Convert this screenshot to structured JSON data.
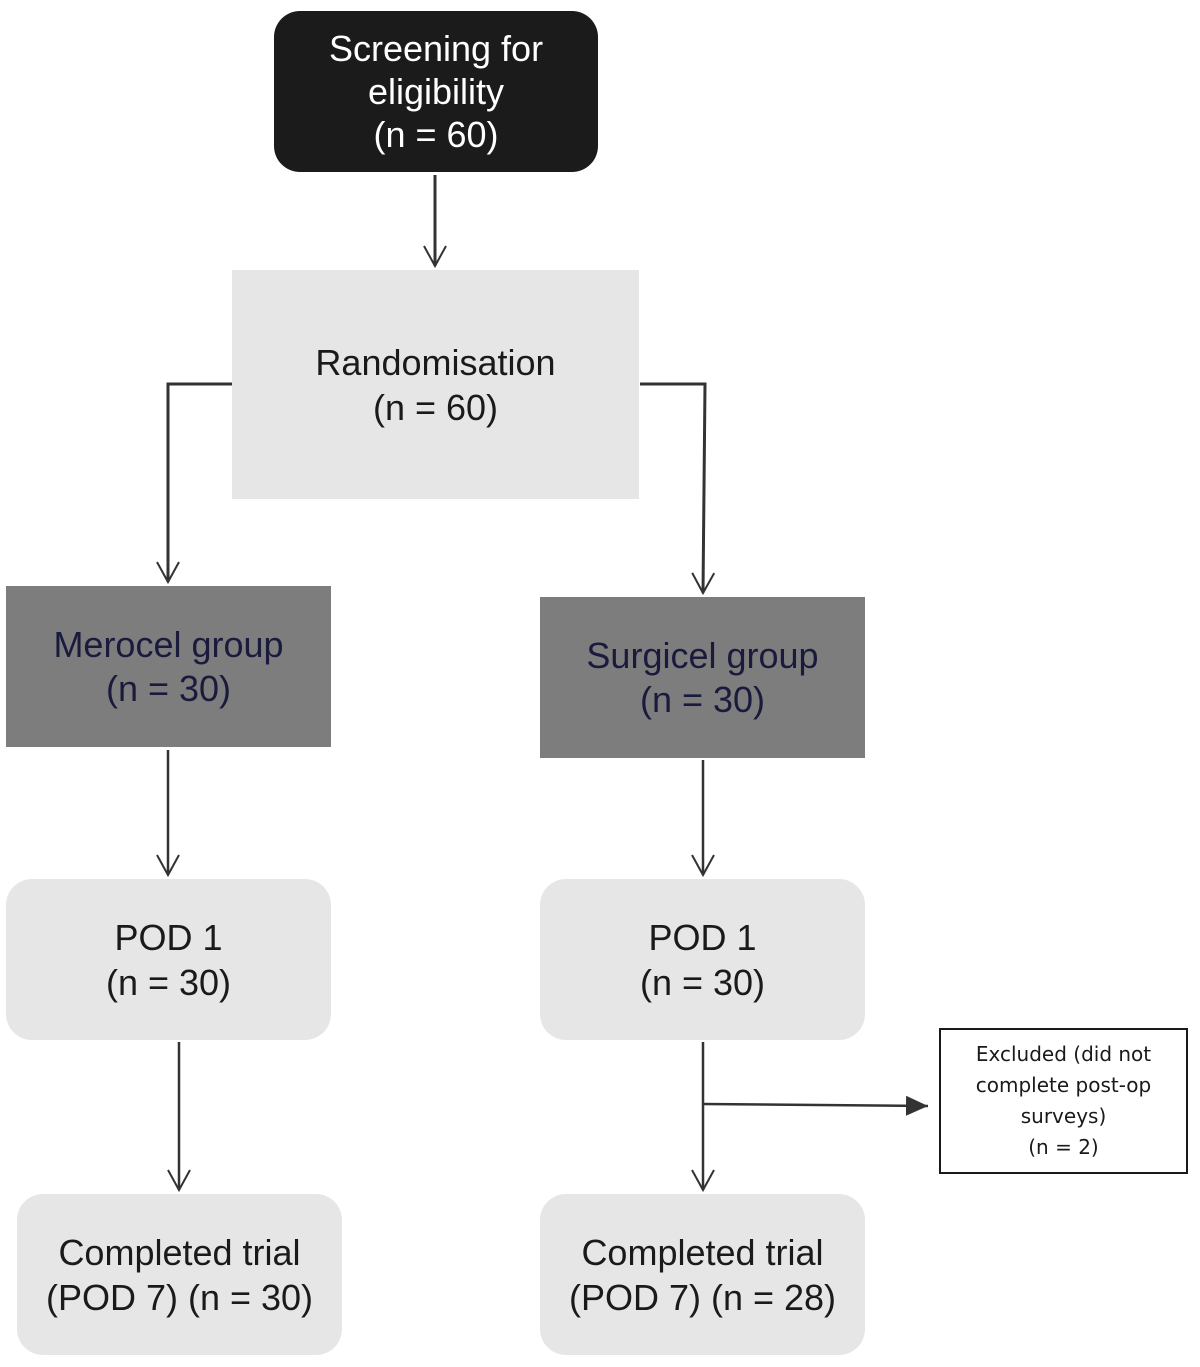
{
  "flow": {
    "screening": {
      "line1": "Screening for",
      "line2": "eligibility",
      "line3": "(n = 60)"
    },
    "randomisation": {
      "line1": "Randomisation",
      "line2": "(n = 60)"
    },
    "merocel": {
      "line1": "Merocel group",
      "line2": "(n = 30)"
    },
    "surgicel": {
      "line1": "Surgicel group",
      "line2": "(n = 30)"
    },
    "merocel_pod1": {
      "line1": "POD 1",
      "line2": "(n = 30)"
    },
    "surgicel_pod1": {
      "line1": "POD 1",
      "line2": "(n = 30)"
    },
    "merocel_completed": {
      "line1": "Completed trial",
      "line2": "(POD 7) (n = 30)"
    },
    "surgicel_completed": {
      "line1": "Completed trial",
      "line2": "(POD 7) (n = 28)"
    },
    "excluded": {
      "line1": "Excluded (did not",
      "line2": "complete post-op",
      "line3": "surveys)",
      "line4": "(n = 2)"
    }
  }
}
